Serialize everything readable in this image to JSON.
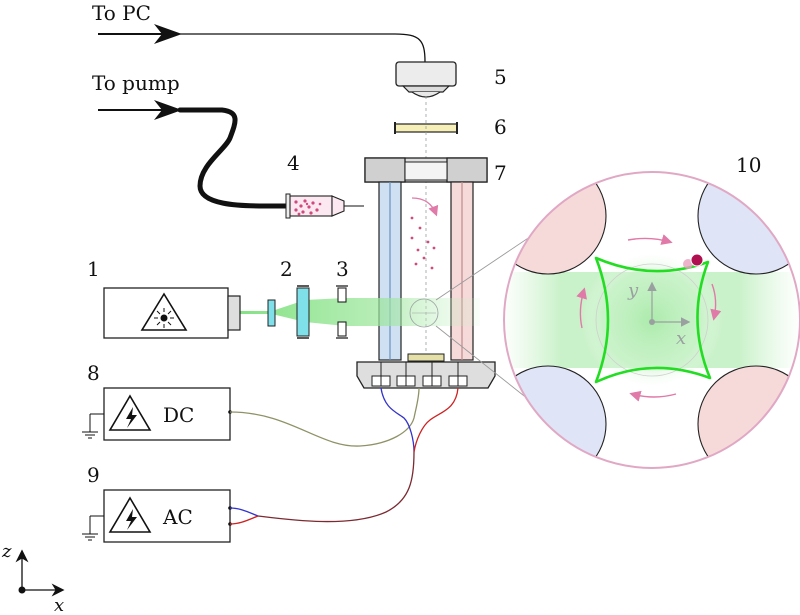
{
  "labels": {
    "to_pc": "To PC",
    "to_pump": "To pump",
    "dc": "DC",
    "ac": "AC",
    "axis_x": "x",
    "axis_z": "z",
    "inset_x": "x",
    "inset_y": "y"
  },
  "numbers": {
    "n1": "1",
    "n2": "2",
    "n3": "3",
    "n4": "4",
    "n5": "5",
    "n6": "6",
    "n7": "7",
    "n8": "8",
    "n9": "9",
    "n10": "10"
  },
  "icons": {
    "laser": "laser-warning-icon",
    "high_voltage": "high-voltage-icon",
    "ground": "ground-icon"
  },
  "colors": {
    "laser_beam": "#7ee07e",
    "electrode_blue": "#cfe0f3",
    "electrode_red": "#f6dada",
    "trajectory": "#22dd22",
    "inset_border": "#e0a8c4",
    "arrow_pink": "#e07aa8",
    "particle": "#b01050",
    "wire_dc": "#8f9266",
    "wire_ac": "#7a2a30",
    "wire_blue": "#3333cc",
    "wire_red": "#cc2222"
  }
}
